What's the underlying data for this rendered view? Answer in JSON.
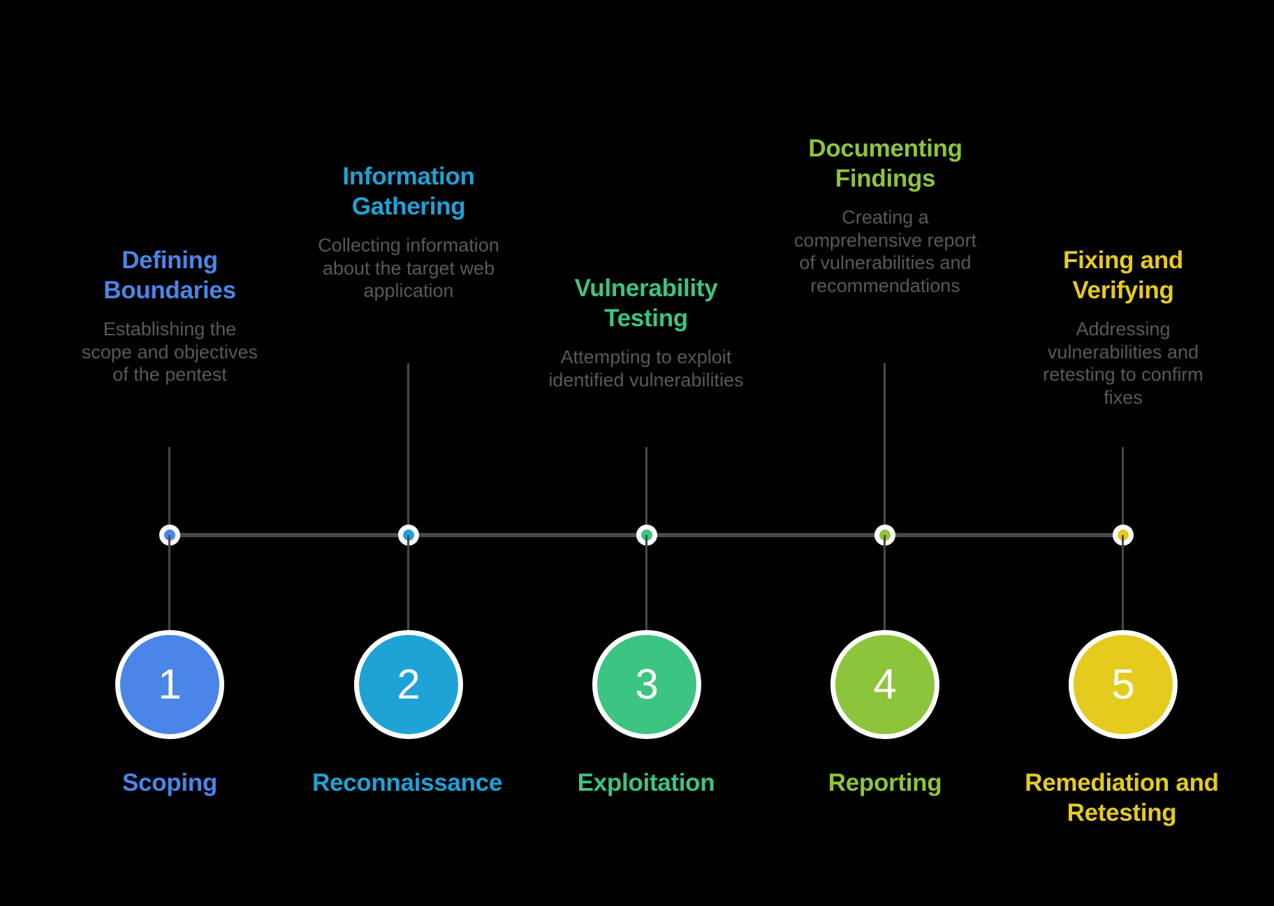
{
  "diagram": {
    "type": "process-timeline",
    "background_color": "#000000",
    "axis_color": "#4a4a4a",
    "description_color": "#595959",
    "node_ring_color": "#ffffff",
    "steps": [
      {
        "number": "1",
        "title": "Defining Boundaries",
        "description": "Establishing the scope and objectives of the pentest",
        "label": "Scoping",
        "color": "#4a86e8"
      },
      {
        "number": "2",
        "title": "Information Gathering",
        "description": "Collecting information about the target web application",
        "label": "Reconnaissance",
        "color": "#1fa2d6"
      },
      {
        "number": "3",
        "title": "Vulnerability Testing",
        "description": "Attempting to exploit identified vulnerabilities",
        "label": "Exploitation",
        "color": "#3cc482"
      },
      {
        "number": "4",
        "title": "Documenting Findings",
        "description": "Creating a comprehensive report of vulnerabilities and recommendations",
        "label": "Reporting",
        "color": "#8cc43c"
      },
      {
        "number": "5",
        "title": "Fixing and Verifying",
        "description": "Addressing vulnerabilities and retesting to confirm fixes",
        "label": "Remediation and Retesting",
        "color": "#e5cb1e"
      }
    ]
  }
}
